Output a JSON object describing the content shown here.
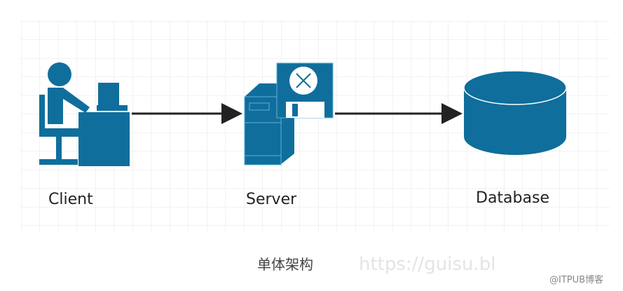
{
  "diagram": {
    "nodes": [
      {
        "id": "client",
        "label": "Client",
        "icon": "user-at-computer-icon"
      },
      {
        "id": "server",
        "label": "Server",
        "icon": "server-icon"
      },
      {
        "id": "database",
        "label": "Database",
        "icon": "database-icon"
      }
    ],
    "edges": [
      {
        "from": "client",
        "to": "server"
      },
      {
        "from": "server",
        "to": "database"
      }
    ],
    "caption": "单体架构",
    "watermark": "https://guisu.bl",
    "credit": "@ITPUB博客",
    "colors": {
      "icon": "#0f6e9c",
      "grid": "#e6e6e6",
      "arrow": "#222222"
    }
  }
}
